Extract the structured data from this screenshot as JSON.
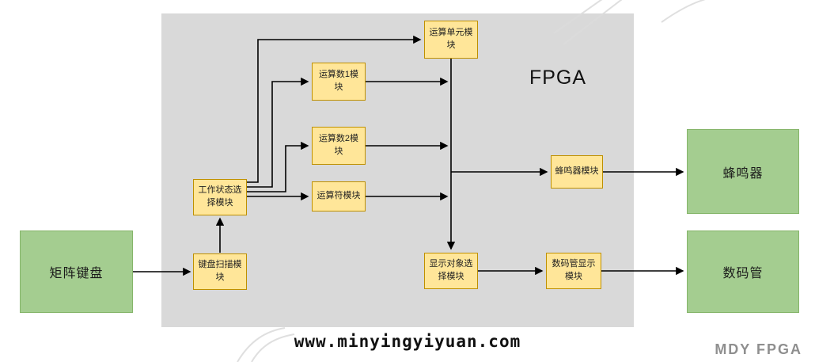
{
  "fpga_label": "FPGA",
  "nodes": {
    "matrix_keyboard": {
      "label": "矩阵键盘"
    },
    "keyboard_scan": {
      "label": "键盘扫描模块"
    },
    "work_state": {
      "label": "工作状态选择模块"
    },
    "operand1": {
      "label": "运算数1模块"
    },
    "operand2": {
      "label": "运算数2模块"
    },
    "operator": {
      "label": "运算符模块"
    },
    "alu": {
      "label": "运算单元模块"
    },
    "buzzer_module": {
      "label": "蜂鸣器模块"
    },
    "display_select": {
      "label": "显示对象选择模块"
    },
    "segment_display": {
      "label": "数码管显示模块"
    },
    "buzzer_device": {
      "label": "蜂鸣器"
    },
    "segment_device": {
      "label": "数码管"
    }
  },
  "footer": {
    "watermark": "www.minyingyiyuan.com",
    "brand": "MDY FPGA"
  },
  "colors": {
    "module_fill": "#FFE699",
    "module_border": "#BF9000",
    "device_fill": "#A4CD90",
    "device_border": "#85B569",
    "container_fill": "#D9D9D9",
    "arrow": "#000000"
  }
}
